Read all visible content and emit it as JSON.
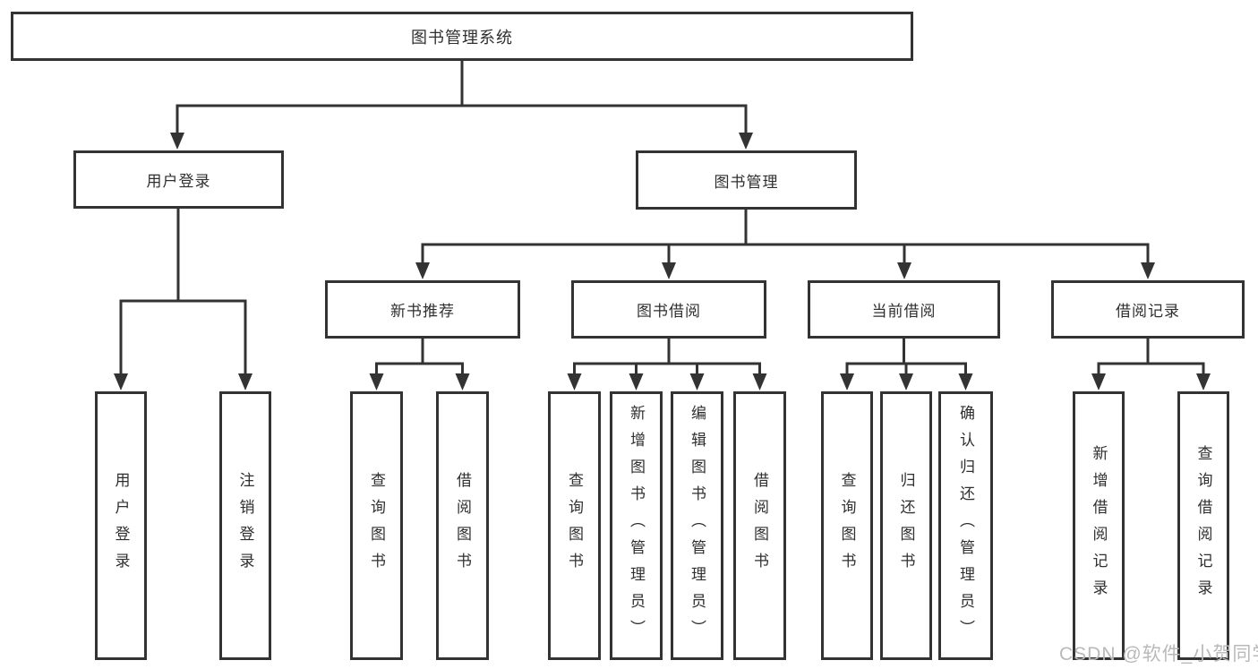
{
  "diagram": {
    "type": "tree",
    "tree": {
      "root": "图书管理系统",
      "branches": [
        {
          "label": "用户登录",
          "children": [
            "用户登录",
            "注销登录"
          ]
        },
        {
          "label": "图书管理",
          "children": [
            {
              "label": "新书推荐",
              "children": [
                "查询图书",
                "借阅图书"
              ]
            },
            {
              "label": "图书借阅",
              "children": [
                "查询图书",
                "新增图书（管理员）",
                "编辑图书（管理员）",
                "借阅图书"
              ]
            },
            {
              "label": "当前借阅",
              "children": [
                "查询图书",
                "归还图书",
                "确认归还（管理员）"
              ]
            },
            {
              "label": "借阅记录",
              "children": [
                "新增借阅记录",
                "查询借阅记录"
              ]
            }
          ]
        }
      ]
    },
    "colors": {
      "line": "#333333",
      "text": "#2f2f2f",
      "background": "#ffffff",
      "watermark": "#b9b9b9"
    }
  },
  "watermark": "CSDN @软件_小贺同学"
}
